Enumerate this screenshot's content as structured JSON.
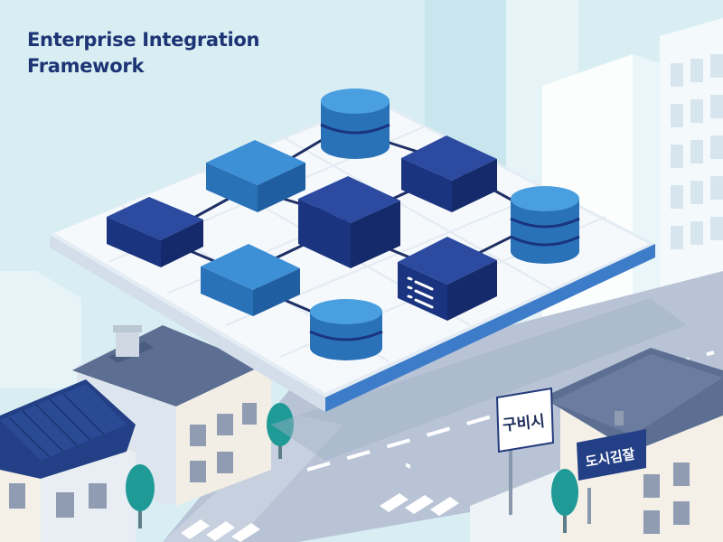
{
  "page": {
    "title": "Enterprise Integration Framework"
  },
  "signs": {
    "left": "구비시",
    "right": "도시김잘"
  },
  "colors": {
    "title": "#1d3475",
    "navy_block": "#1e3a8a",
    "blue_block": "#2f80c8",
    "platform": "#f6f9fc",
    "sky": "#d9eef3",
    "road": "#b8c4d6"
  },
  "icons": {
    "database": "database-icon",
    "server": "server-icon"
  }
}
